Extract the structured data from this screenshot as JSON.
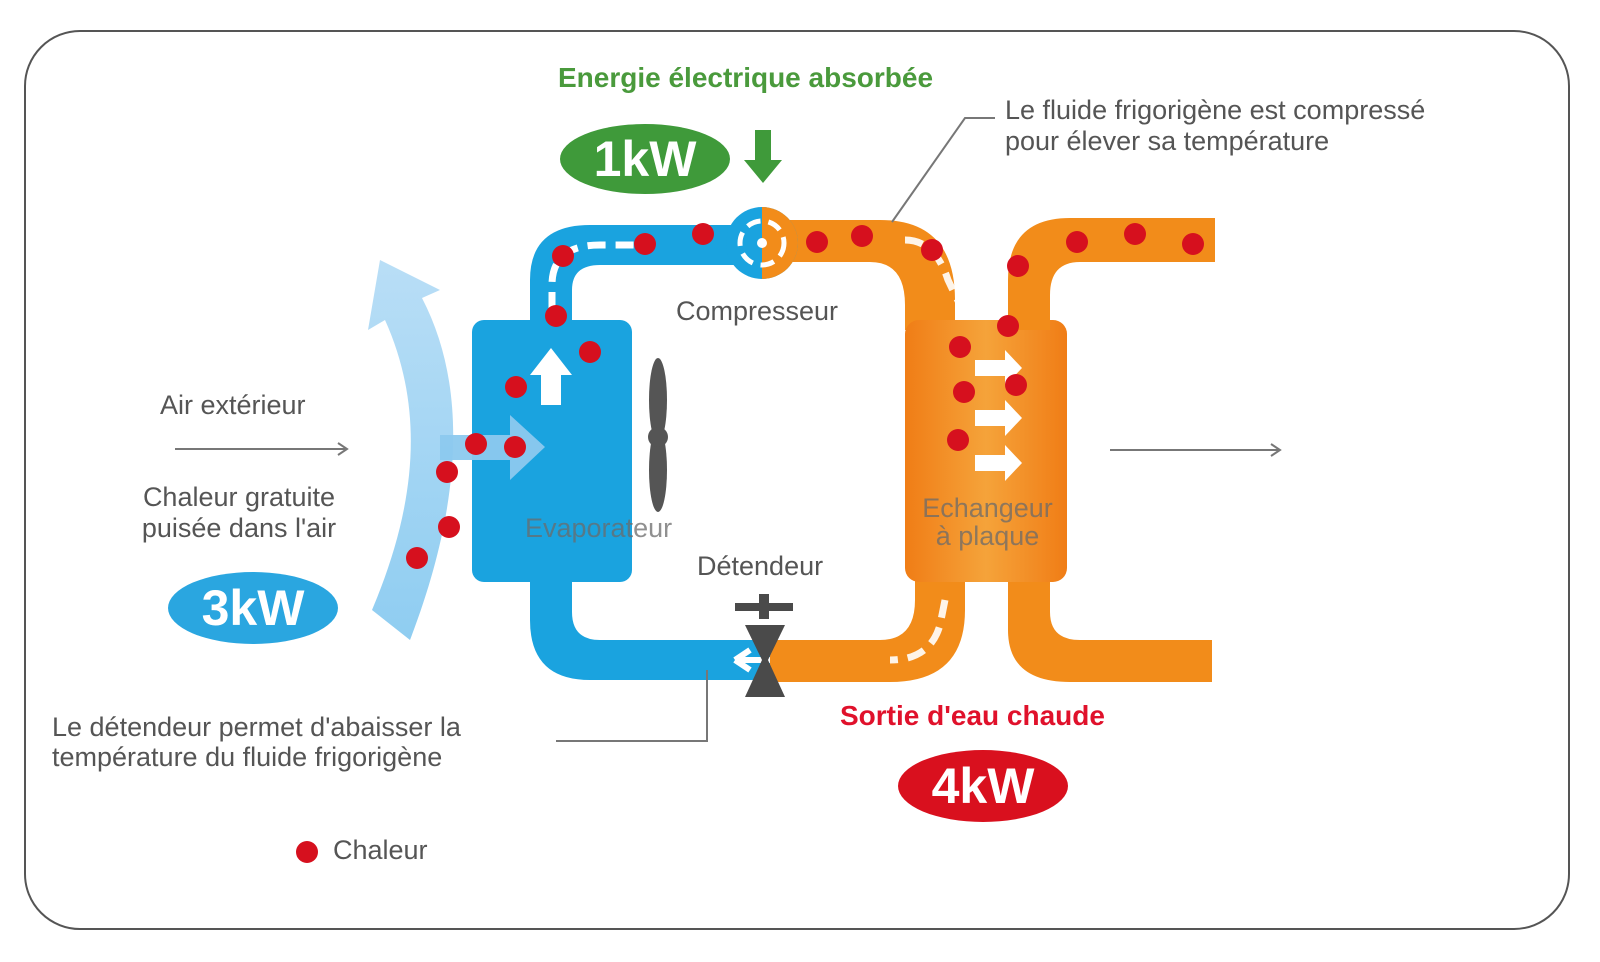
{
  "labels": {
    "energy_title": "Energie électrique absorbée",
    "energy_kw": "1kW",
    "compressed_line1": "Le fluide frigorigène est compressé",
    "compressed_line2": "pour élever sa température",
    "compressor": "Compresseur",
    "outside_air": "Air extérieur",
    "free_heat_line1": "Chaleur gratuite",
    "free_heat_line2": "puisée dans l'air",
    "air_kw": "3kW",
    "evaporator": "Evaporateur",
    "expansion_valve": "Détendeur",
    "exchanger_line1": "Echangeur",
    "exchanger_line2": "à plaque",
    "hot_water_title": "Sortie d'eau chaude",
    "hot_water_kw": "4kW",
    "valve_note_line1": "Le détendeur permet d'abaisser la",
    "valve_note_line2": "température du fluide frigorigène",
    "legend_heat": "Chaleur"
  },
  "colors": {
    "cold_blue": "#1aa3df",
    "light_blue": "#8cc9ee",
    "hot_orange": "#f28c1a",
    "heat_red": "#d6101e",
    "energy_green": "#3f9a3a",
    "output_red": "#d9101e",
    "air_pill_blue": "#2aa6e0"
  }
}
